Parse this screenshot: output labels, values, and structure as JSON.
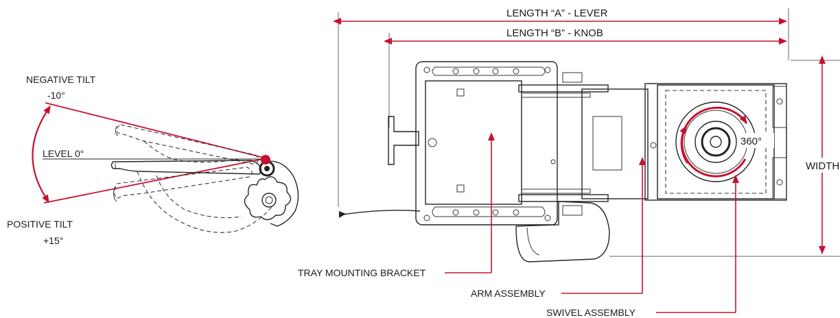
{
  "tilt": {
    "negative_label": "NEGATIVE TILT",
    "negative_value": "-10°",
    "level_label": "LEVEL 0°",
    "positive_label": "POSITIVE TILT",
    "positive_value": "+15°"
  },
  "dimensions": {
    "length_a": "LENGTH “A” - LEVER",
    "length_b": "LENGTH “B” - KNOB",
    "width": "WIDTH",
    "rotation": "360°"
  },
  "callouts": {
    "tray_bracket": "TRAY MOUNTING BRACKET",
    "arm_assembly": "ARM ASSEMBLY",
    "swivel_assembly": "SWIVEL ASSEMBLY"
  },
  "colors": {
    "accent": "#c8102e",
    "line": "#222222"
  }
}
